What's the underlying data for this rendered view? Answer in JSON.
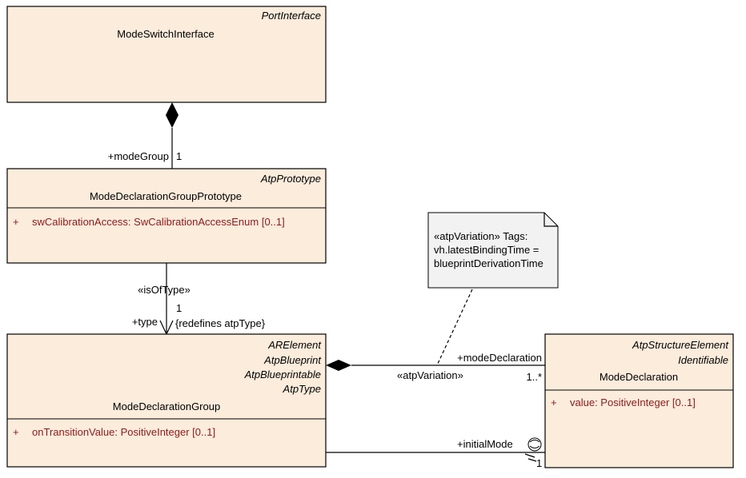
{
  "classes": {
    "port_interface": {
      "stereotypes": [
        "PortInterface"
      ],
      "name": "ModeSwitchInterface"
    },
    "group_prototype": {
      "stereotypes": [
        "AtpPrototype"
      ],
      "name": "ModeDeclarationGroupPrototype",
      "attributes": [
        {
          "marker": "+",
          "text": "swCalibrationAccess: SwCalibrationAccessEnum [0..1]"
        }
      ]
    },
    "group": {
      "stereotypes": [
        "ARElement",
        "AtpBlueprint",
        "AtpBlueprintable",
        "AtpType"
      ],
      "name": "ModeDeclarationGroup",
      "attributes": [
        {
          "marker": "+",
          "text": "onTransitionValue: PositiveInteger [0..1]"
        }
      ]
    },
    "declaration": {
      "stereotypes": [
        "AtpStructureElement",
        "Identifiable"
      ],
      "name": "ModeDeclaration",
      "attributes": [
        {
          "marker": "+",
          "text": "value: PositiveInteger [0..1]"
        }
      ]
    }
  },
  "note": {
    "lines": [
      "«atpVariation» Tags:",
      "vh.latestBindingTime =",
      "blueprintDerivationTime"
    ]
  },
  "associations": {
    "mode_group": {
      "role": "+modeGroup",
      "multiplicity": "1"
    },
    "is_of_type": {
      "stereotype": "«isOfType»",
      "multiplicity": "1",
      "role": "+type",
      "constraint": "{redefines atpType}"
    },
    "mode_declaration": {
      "role": "+modeDeclaration",
      "multiplicity": "1..*",
      "stereotype": "«atpVariation»"
    },
    "initial_mode": {
      "role": "+initialMode",
      "multiplicity": "1"
    }
  },
  "colors": {
    "class_fill": "#fcecdc",
    "note_fill": "#f2f2f2",
    "attribute_text": "#8b1a1a"
  }
}
